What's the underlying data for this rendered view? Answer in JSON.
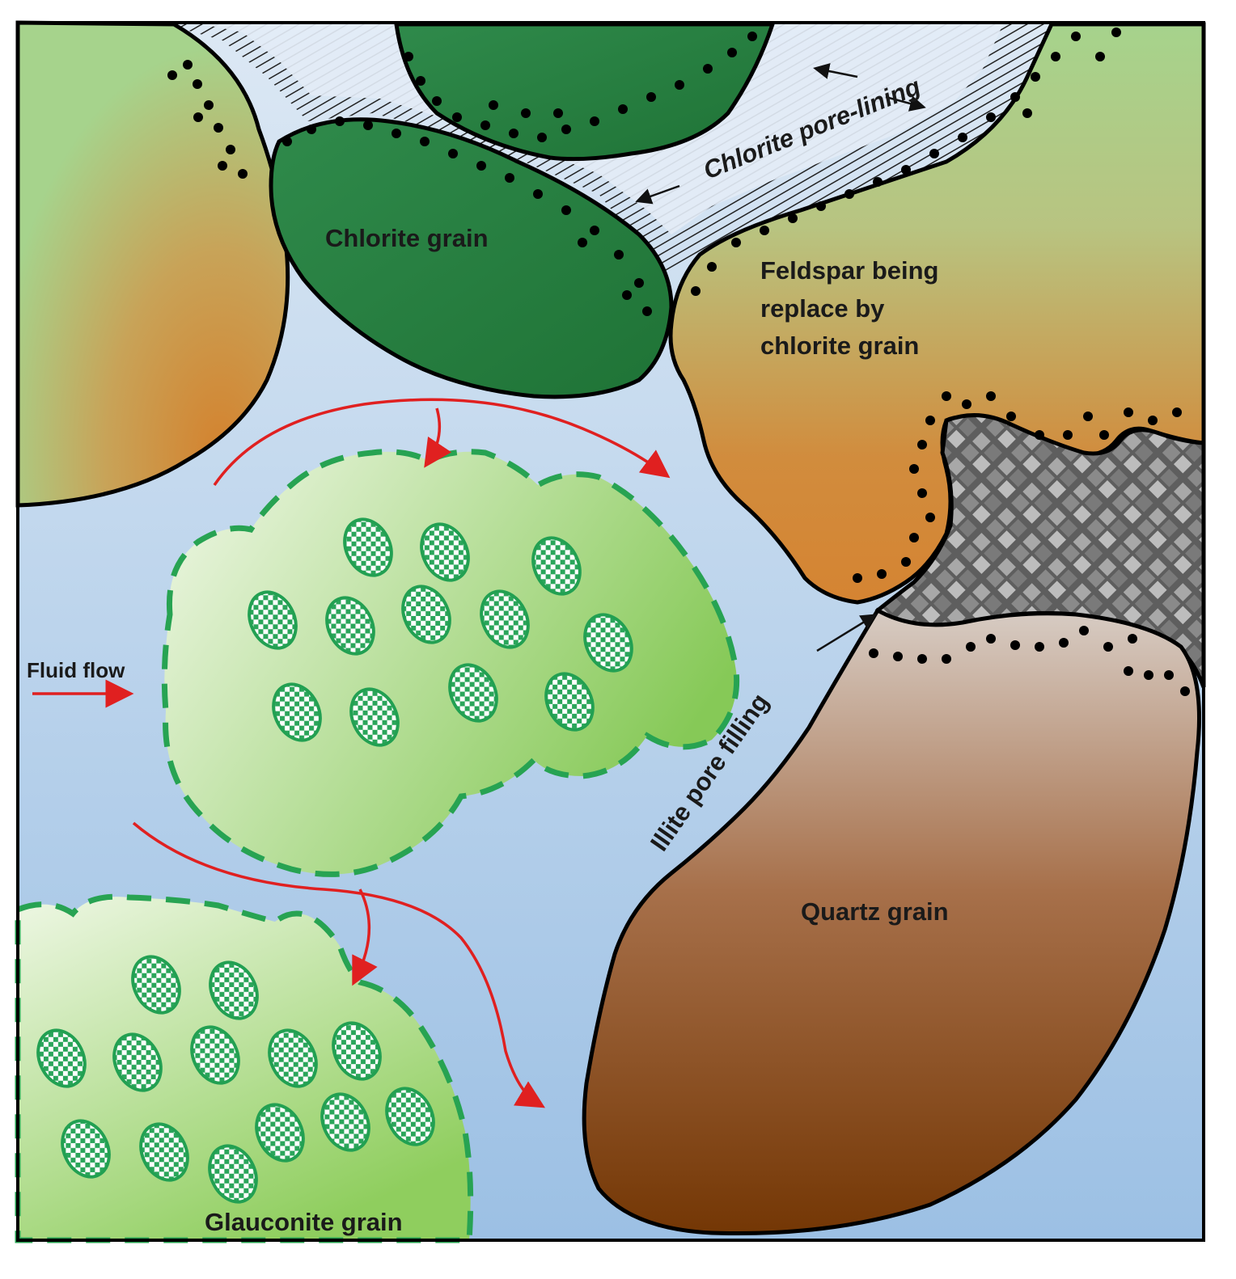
{
  "labels": {
    "chlorite_pore_lining": "Chlorite pore-lining",
    "chlorite_grain": "Chlorite grain",
    "feldspar_line1": "Feldspar being",
    "feldspar_line2": "replace by",
    "feldspar_line3": "chlorite grain",
    "fluid_flow": "Fluid flow",
    "illite_pore_filling": "Illite pore filling",
    "quartz_grain": "Quartz grain",
    "glauconite_grain": "Glauconite grain"
  },
  "colors": {
    "pore_space_top": "#dce8f4",
    "pore_space_bottom": "#9cc0e4",
    "feldspar_green": "#a6d38c",
    "feldspar_orange": "#d58a3a",
    "chlorite_dark": "#1f7a3a",
    "chlorite_mid": "#2e8b4a",
    "glauconite_light": "#eef6e4",
    "glauconite_mid": "#8fce5e",
    "glauconite_border": "#22a052",
    "quartz_light": "#d7cdc6",
    "quartz_dark": "#7a3c06",
    "illite_grey": "#6e6e6e",
    "flow_arrow": "#e02020",
    "outline": "#000000"
  }
}
